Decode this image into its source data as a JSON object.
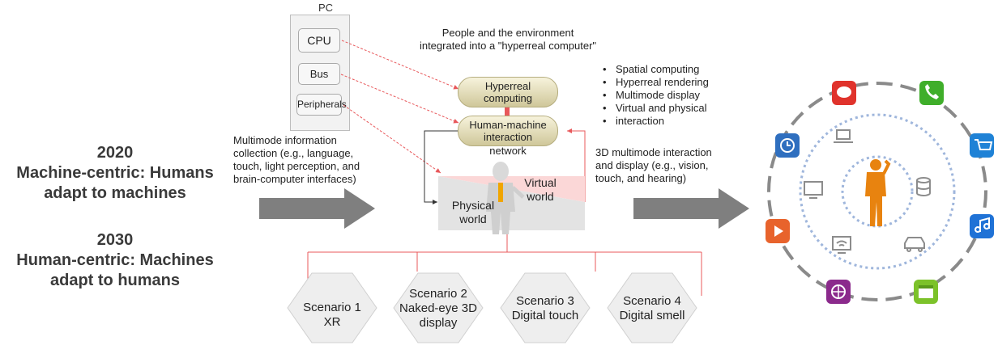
{
  "left": {
    "year1": "2020",
    "line1a": "Machine-centric: Humans",
    "line1b": "adapt to machines",
    "year2": "2030",
    "line2a": "Human-centric: Machines",
    "line2b": "adapt to humans"
  },
  "pc": {
    "title": "PC",
    "items": [
      "CPU",
      "Bus",
      "Peripherals"
    ]
  },
  "top_caption": {
    "line1": "People and the environment",
    "line2": "integrated into a \"hyperreal computer\""
  },
  "bullets": [
    "Spatial computing",
    "Hyperreal rendering",
    "Multimode display",
    "Virtual and physical",
    "interaction"
  ],
  "hyperreal": {
    "line1": "Hyperreal",
    "line2": "computing"
  },
  "hmi": {
    "line1": "Human-machine",
    "line2": "interaction",
    "line3": "network"
  },
  "input_text": {
    "line1": "Multimode information",
    "line2": "collection (e.g., language,",
    "line3": "touch, light perception, and",
    "line4": "brain-computer interfaces)"
  },
  "output_text": {
    "line1": "3D multimode interaction",
    "line2": "and display (e.g., vision,",
    "line3": "touch, and hearing)"
  },
  "worlds": {
    "virtual1": "Virtual",
    "virtual2": "world",
    "physical1": "Physical",
    "physical2": "world"
  },
  "scenarios": [
    {
      "line1": "Scenario 1",
      "line2": "XR",
      "line3": ""
    },
    {
      "line1": "Scenario 2",
      "line2": "Naked-eye 3D",
      "line3": "display"
    },
    {
      "line1": "Scenario 3",
      "line2": "Digital touch",
      "line3": ""
    },
    {
      "line1": "Scenario 4",
      "line2": "Digital smell",
      "line3": ""
    }
  ],
  "ecosystem": {
    "icons": [
      "chat-icon",
      "phone-icon",
      "cart-icon",
      "music-icon",
      "calendar-icon",
      "globe-icon",
      "video-icon",
      "clock-icon",
      "tv-icon",
      "laptop-icon",
      "database-icon",
      "wifi-monitor-icon",
      "car-icon",
      "person-icon"
    ]
  },
  "colors": {
    "arrow_gray": "#7f7f7f",
    "red_line": "#e8585b",
    "pill_fill": "#e6e0bb",
    "orange": "#e8830f",
    "dashed_blue": "#9fb6dc"
  }
}
